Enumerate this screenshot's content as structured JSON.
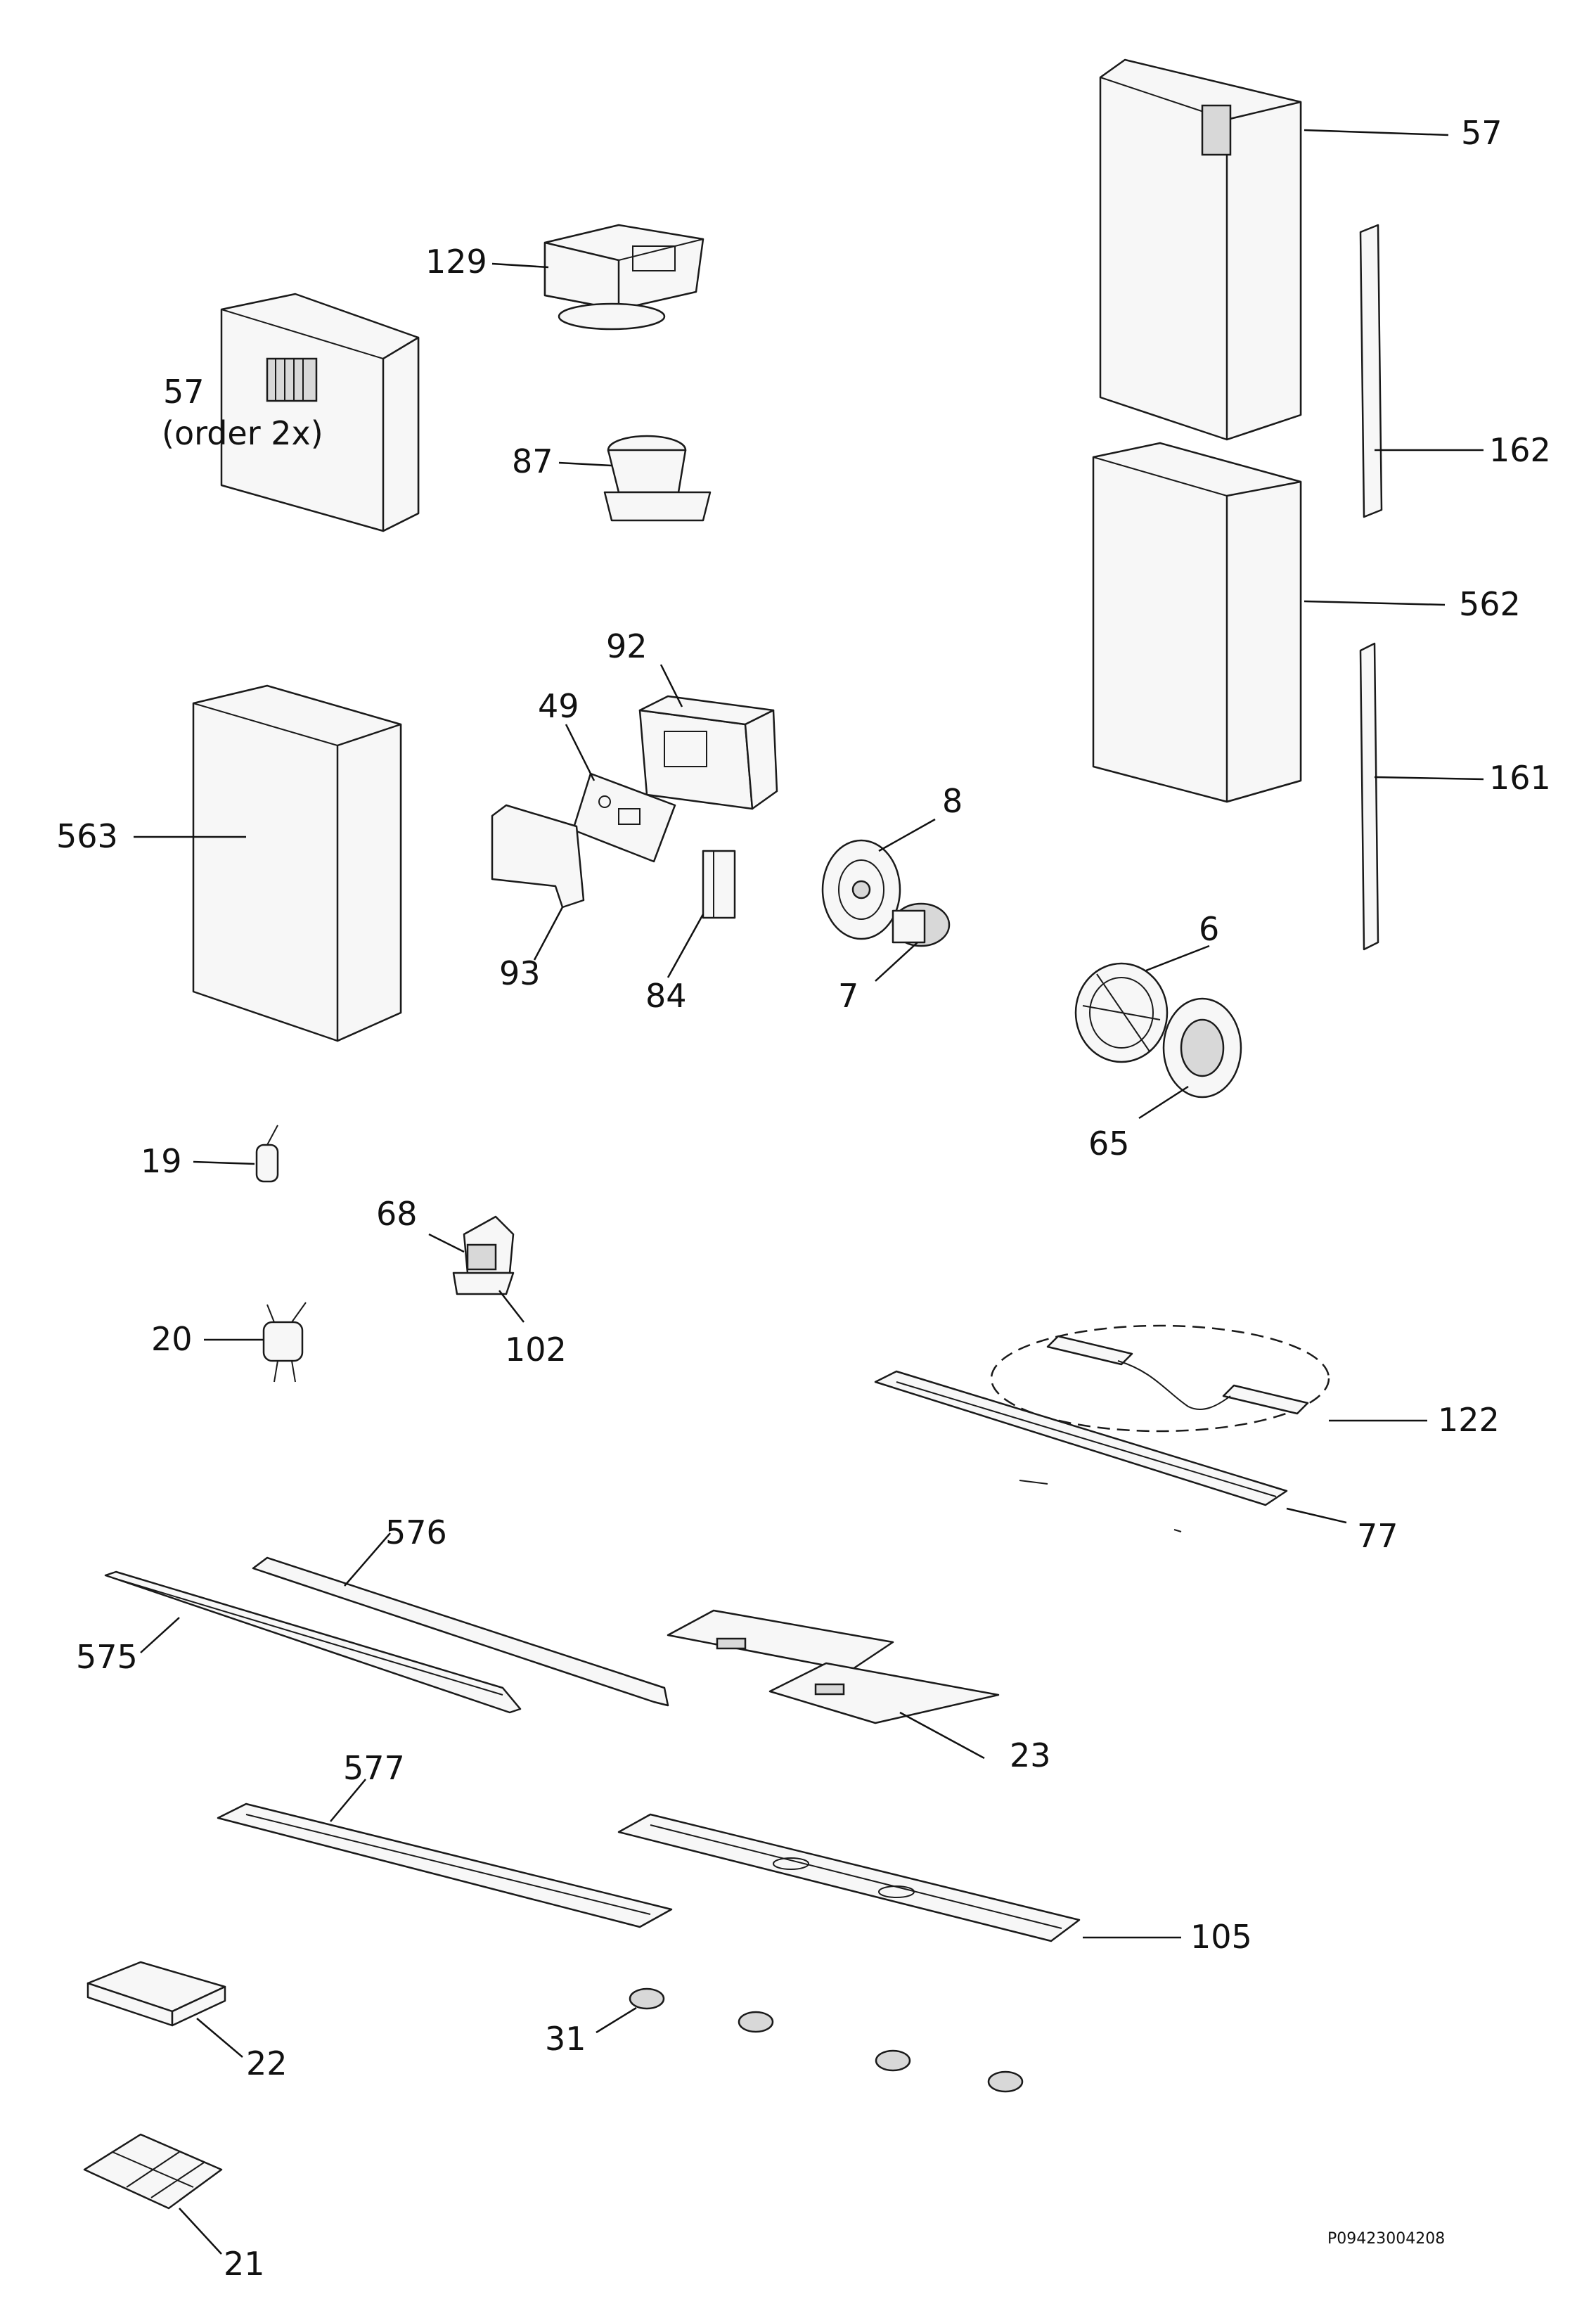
{
  "callouts": {
    "p129": "129",
    "p57_left": "57",
    "p57_left_note": "(order 2x)",
    "p87": "87",
    "p92": "92",
    "p49": "49",
    "p563": "563",
    "p93": "93",
    "p84": "84",
    "p8": "8",
    "p7": "7",
    "p57_right": "57",
    "p162": "162",
    "p562": "562",
    "p161": "161",
    "p6": "6",
    "p65": "65",
    "p19": "19",
    "p68": "68",
    "p102": "102",
    "p20": "20",
    "p122": "122",
    "p77": "77",
    "p576": "576",
    "p575": "575",
    "p23": "23",
    "p577": "577",
    "p105": "105",
    "p31": "31",
    "p22": "22",
    "p21": "21"
  },
  "drawing_code": "P09423004208"
}
